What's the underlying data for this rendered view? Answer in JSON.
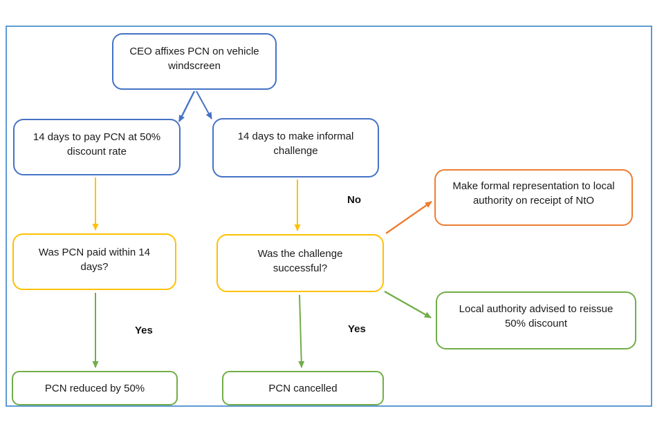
{
  "diagram": {
    "description": "PCN (Penalty Charge Notice) process flowchart"
  },
  "colors": {
    "node_blue": "#4472C4",
    "node_yellow": "#FFC000",
    "node_orange": "#ED7D31",
    "node_green": "#70AD47",
    "frame_border": "#5B9BD5",
    "text": "#1a1a1a"
  },
  "nodes": {
    "ceo": {
      "label": "CEO affixes PCN on vehicle windscreen",
      "color": "blue"
    },
    "pay": {
      "label": "14 days to pay PCN at 50% discount rate",
      "color": "blue"
    },
    "informal": {
      "label": "14 days to make informal challenge",
      "color": "blue"
    },
    "paid_q": {
      "label": "Was PCN paid within 14 days?",
      "color": "yellow"
    },
    "chall_q": {
      "label": "Was the challenge successful?",
      "color": "yellow"
    },
    "formal": {
      "label": "Make formal representation to local authority on receipt of NtO",
      "color": "orange"
    },
    "reissue": {
      "label": "Local authority advised to reissue 50% discount",
      "color": "green"
    },
    "reduced": {
      "label": "PCN reduced by 50%",
      "color": "green"
    },
    "cancelled": {
      "label": "PCN cancelled",
      "color": "green"
    }
  },
  "edge_labels": {
    "no": "No",
    "yes_left": "Yes",
    "yes_middle": "Yes"
  }
}
